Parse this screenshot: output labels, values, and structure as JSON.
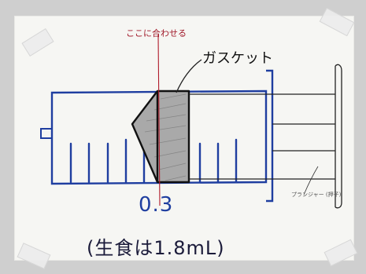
{
  "drawing": {
    "align_note": "ここに合わせる",
    "gasket_label": "ガスケット",
    "volume_reading": "0.3",
    "total_label": "(生食は1.8mL)",
    "plunger_label": "プランジャー (押子)"
  },
  "colors": {
    "syringe_ink": "#1f3ea0",
    "align_line": "#b01a2a",
    "gasket_fill": "#a9a9a9",
    "paper": "#f6f6f3"
  }
}
